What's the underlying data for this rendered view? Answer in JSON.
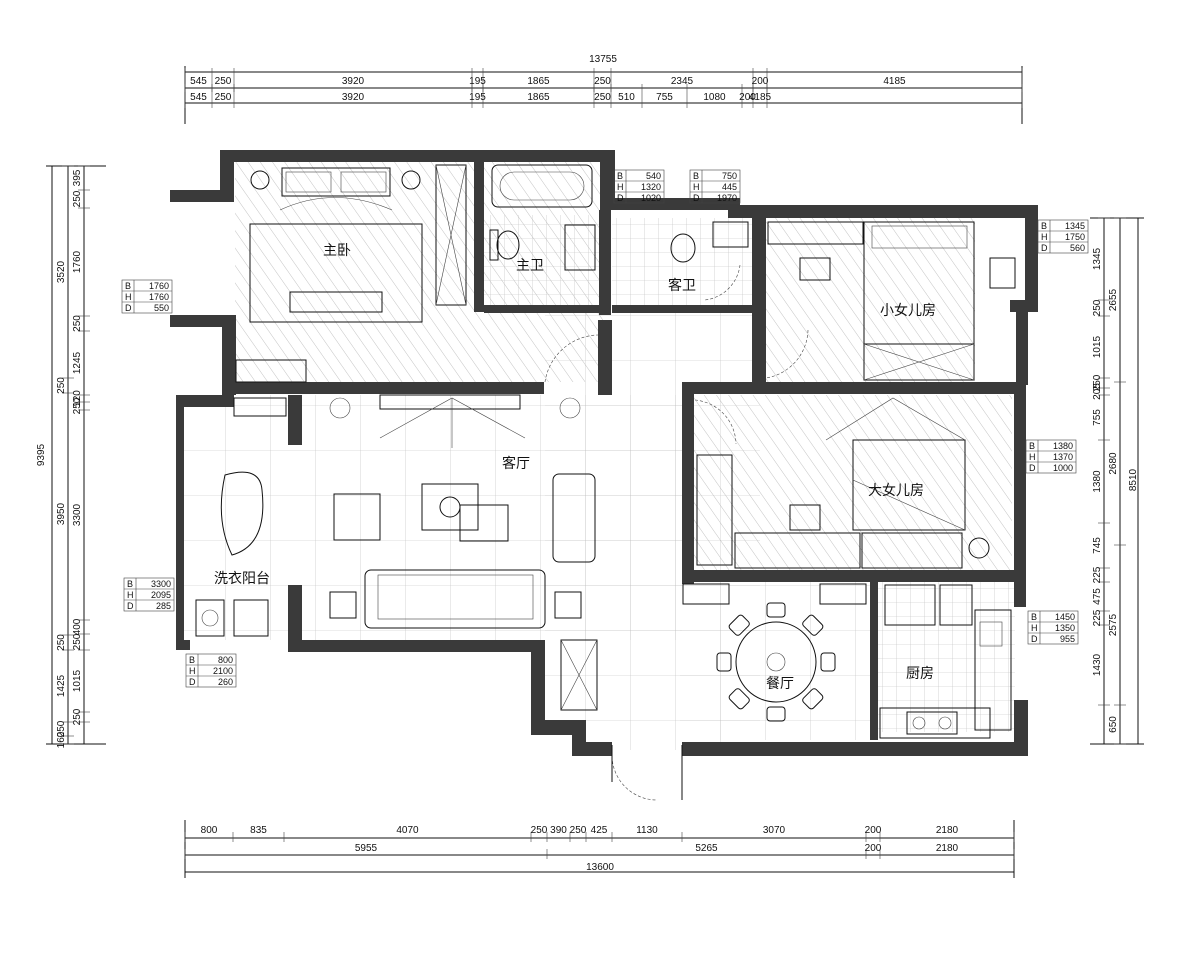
{
  "top_dims": {
    "total": "13755",
    "row1": [
      "545",
      "250",
      "3920",
      "195",
      "1865",
      "250",
      "2345",
      "200",
      "4185"
    ],
    "row2": [
      "545",
      "250",
      "3920",
      "195",
      "1865",
      "250",
      "510",
      "755",
      "1080",
      "200",
      "4185"
    ]
  },
  "bottom_dims": {
    "row1": [
      "800",
      "835",
      "4070",
      "250",
      "390",
      "250",
      "425",
      "1130",
      "3070",
      "200",
      "2180"
    ],
    "row2": [
      "5955",
      "5265",
      "200",
      "2180"
    ],
    "total": "13600"
  },
  "left_dims": {
    "outer": [
      "9395"
    ],
    "mid": [
      "3520",
      "250",
      "3950",
      "250",
      "1425",
      "250",
      "160"
    ],
    "inner": [
      "395",
      "250",
      "1760",
      "250",
      "1245",
      "120",
      "250",
      "3300",
      "400",
      "250",
      "1015",
      "250"
    ]
  },
  "right_dims": {
    "outer": [
      "8510"
    ],
    "mid": [
      "2655",
      "2680",
      "2575",
      "650"
    ],
    "inner": [
      "1345",
      "250",
      "1015",
      "250",
      "205",
      "755",
      "1380",
      "745",
      "225",
      "475",
      "225",
      "1430"
    ]
  },
  "rooms": {
    "master_bedroom": "主卧",
    "master_bath": "主卫",
    "guest_bath": "客卫",
    "small_daughter": "小女儿房",
    "living_room": "客厅",
    "big_daughter": "大女儿房",
    "laundry_balcony": "洗衣阳台",
    "dining": "餐厅",
    "kitchen": "厨房"
  },
  "tags": [
    {
      "id": "t1",
      "B": "540",
      "H": "1320",
      "D": "1020"
    },
    {
      "id": "t2",
      "B": "750",
      "H": "445",
      "D": "1970"
    },
    {
      "id": "t3",
      "B": "1760",
      "H": "1760",
      "D": "550"
    },
    {
      "id": "t4",
      "B": "1345",
      "H": "1750",
      "D": "560"
    },
    {
      "id": "t5",
      "B": "1380",
      "H": "1370",
      "D": "1000"
    },
    {
      "id": "t6",
      "B": "3300",
      "H": "2095",
      "D": "285"
    },
    {
      "id": "t7",
      "B": "800",
      "H": "2100",
      "D": "260"
    },
    {
      "id": "t8",
      "B": "1450",
      "H": "1350",
      "D": "955"
    }
  ],
  "tag_labels": {
    "b": "B",
    "h": "H",
    "d": "D"
  }
}
